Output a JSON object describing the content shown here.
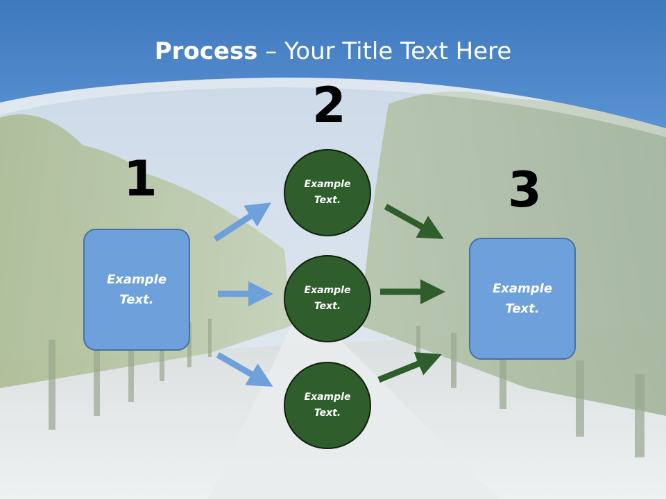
{
  "title": {
    "bold": "Process",
    "rest": " – Your Title Text Here"
  },
  "steps": [
    {
      "number": "1",
      "label": "Example Text."
    },
    {
      "number": "2",
      "items": [
        "Example Text.",
        "Example Text.",
        "Example Text."
      ]
    },
    {
      "number": "3",
      "label": "Example Text."
    }
  ],
  "colors": {
    "header_blue": "#4b84c6",
    "box_fill": "#6ea1dc",
    "circle_fill": "#2f5e2c",
    "arrow_blue": "#6ea1dc",
    "arrow_green": "#2f5e2c"
  }
}
